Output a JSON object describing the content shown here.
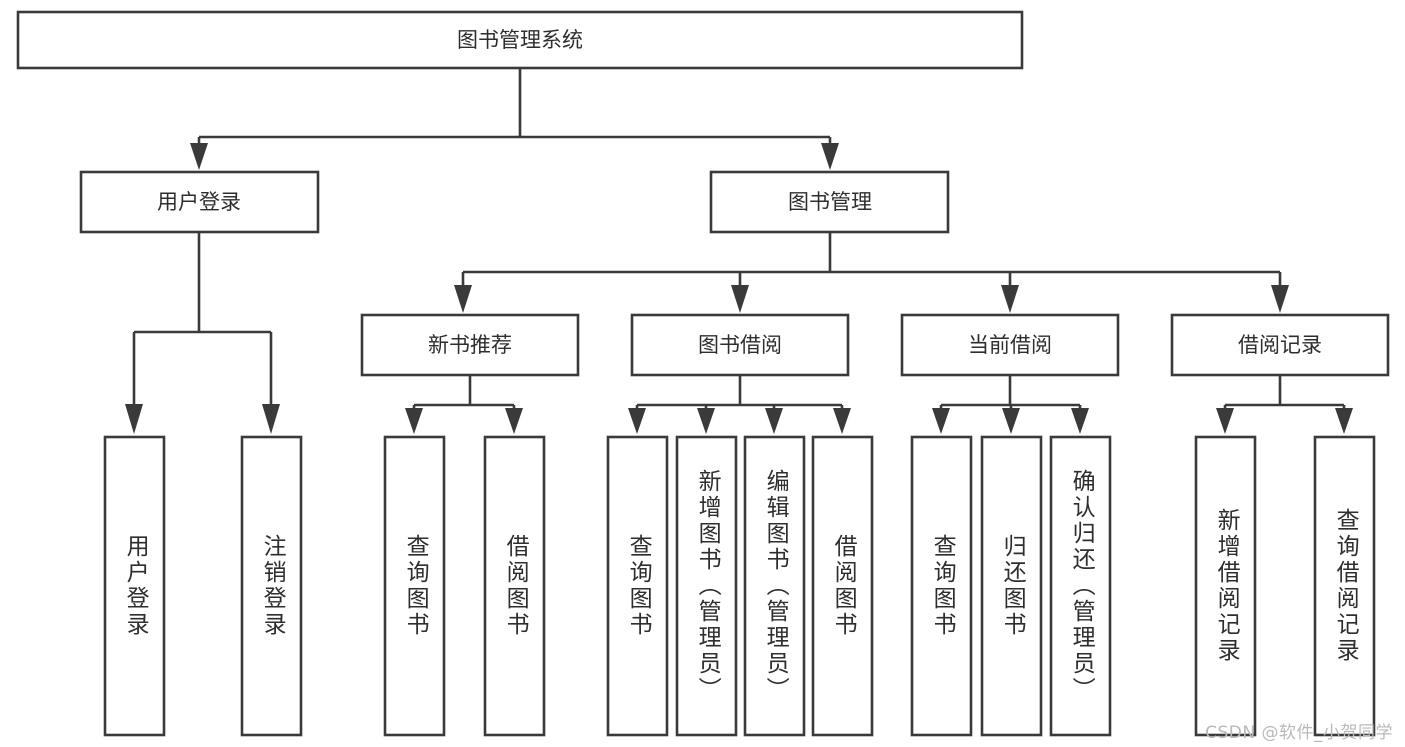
{
  "diagram": {
    "title": "图书管理系统",
    "type": "tree",
    "background": "#ffffff",
    "line_color": "#3a3a3a",
    "text_color": "#2e2e2e",
    "box_fill": "#ffffff"
  },
  "nodes": {
    "root": {
      "label": "图书管理系统"
    },
    "level2": [
      {
        "id": "user-login",
        "label": "用户登录"
      },
      {
        "id": "book-manage",
        "label": "图书管理"
      }
    ],
    "level3": [
      {
        "id": "new-book-recommend",
        "label": "新书推荐"
      },
      {
        "id": "book-borrow",
        "label": "图书借阅"
      },
      {
        "id": "current-borrow",
        "label": "当前借阅"
      },
      {
        "id": "borrow-record",
        "label": "借阅记录"
      }
    ],
    "leaves": {
      "user-login": [
        {
          "id": "leaf-user-login",
          "label": "用户登录"
        },
        {
          "id": "leaf-user-logout",
          "label": "注销登录"
        }
      ],
      "new-book-recommend": [
        {
          "id": "leaf-query-book-1",
          "label": "查询图书"
        },
        {
          "id": "leaf-borrow-book-1",
          "label": "借阅图书"
        }
      ],
      "book-borrow": [
        {
          "id": "leaf-query-book-2",
          "label": "查询图书"
        },
        {
          "id": "leaf-add-book",
          "label": "新增图书（管理员）"
        },
        {
          "id": "leaf-edit-book",
          "label": "编辑图书（管理员）"
        },
        {
          "id": "leaf-borrow-book-2",
          "label": "借阅图书"
        }
      ],
      "current-borrow": [
        {
          "id": "leaf-query-book-3",
          "label": "查询图书"
        },
        {
          "id": "leaf-return-book",
          "label": "归还图书"
        },
        {
          "id": "leaf-confirm-return",
          "label": "确认归还（管理员）"
        }
      ],
      "borrow-record": [
        {
          "id": "leaf-add-record",
          "label": "新增借阅记录"
        },
        {
          "id": "leaf-query-record",
          "label": "查询借阅记录"
        }
      ]
    }
  },
  "watermark": {
    "text": "CSDN @软件_小贺同学"
  }
}
